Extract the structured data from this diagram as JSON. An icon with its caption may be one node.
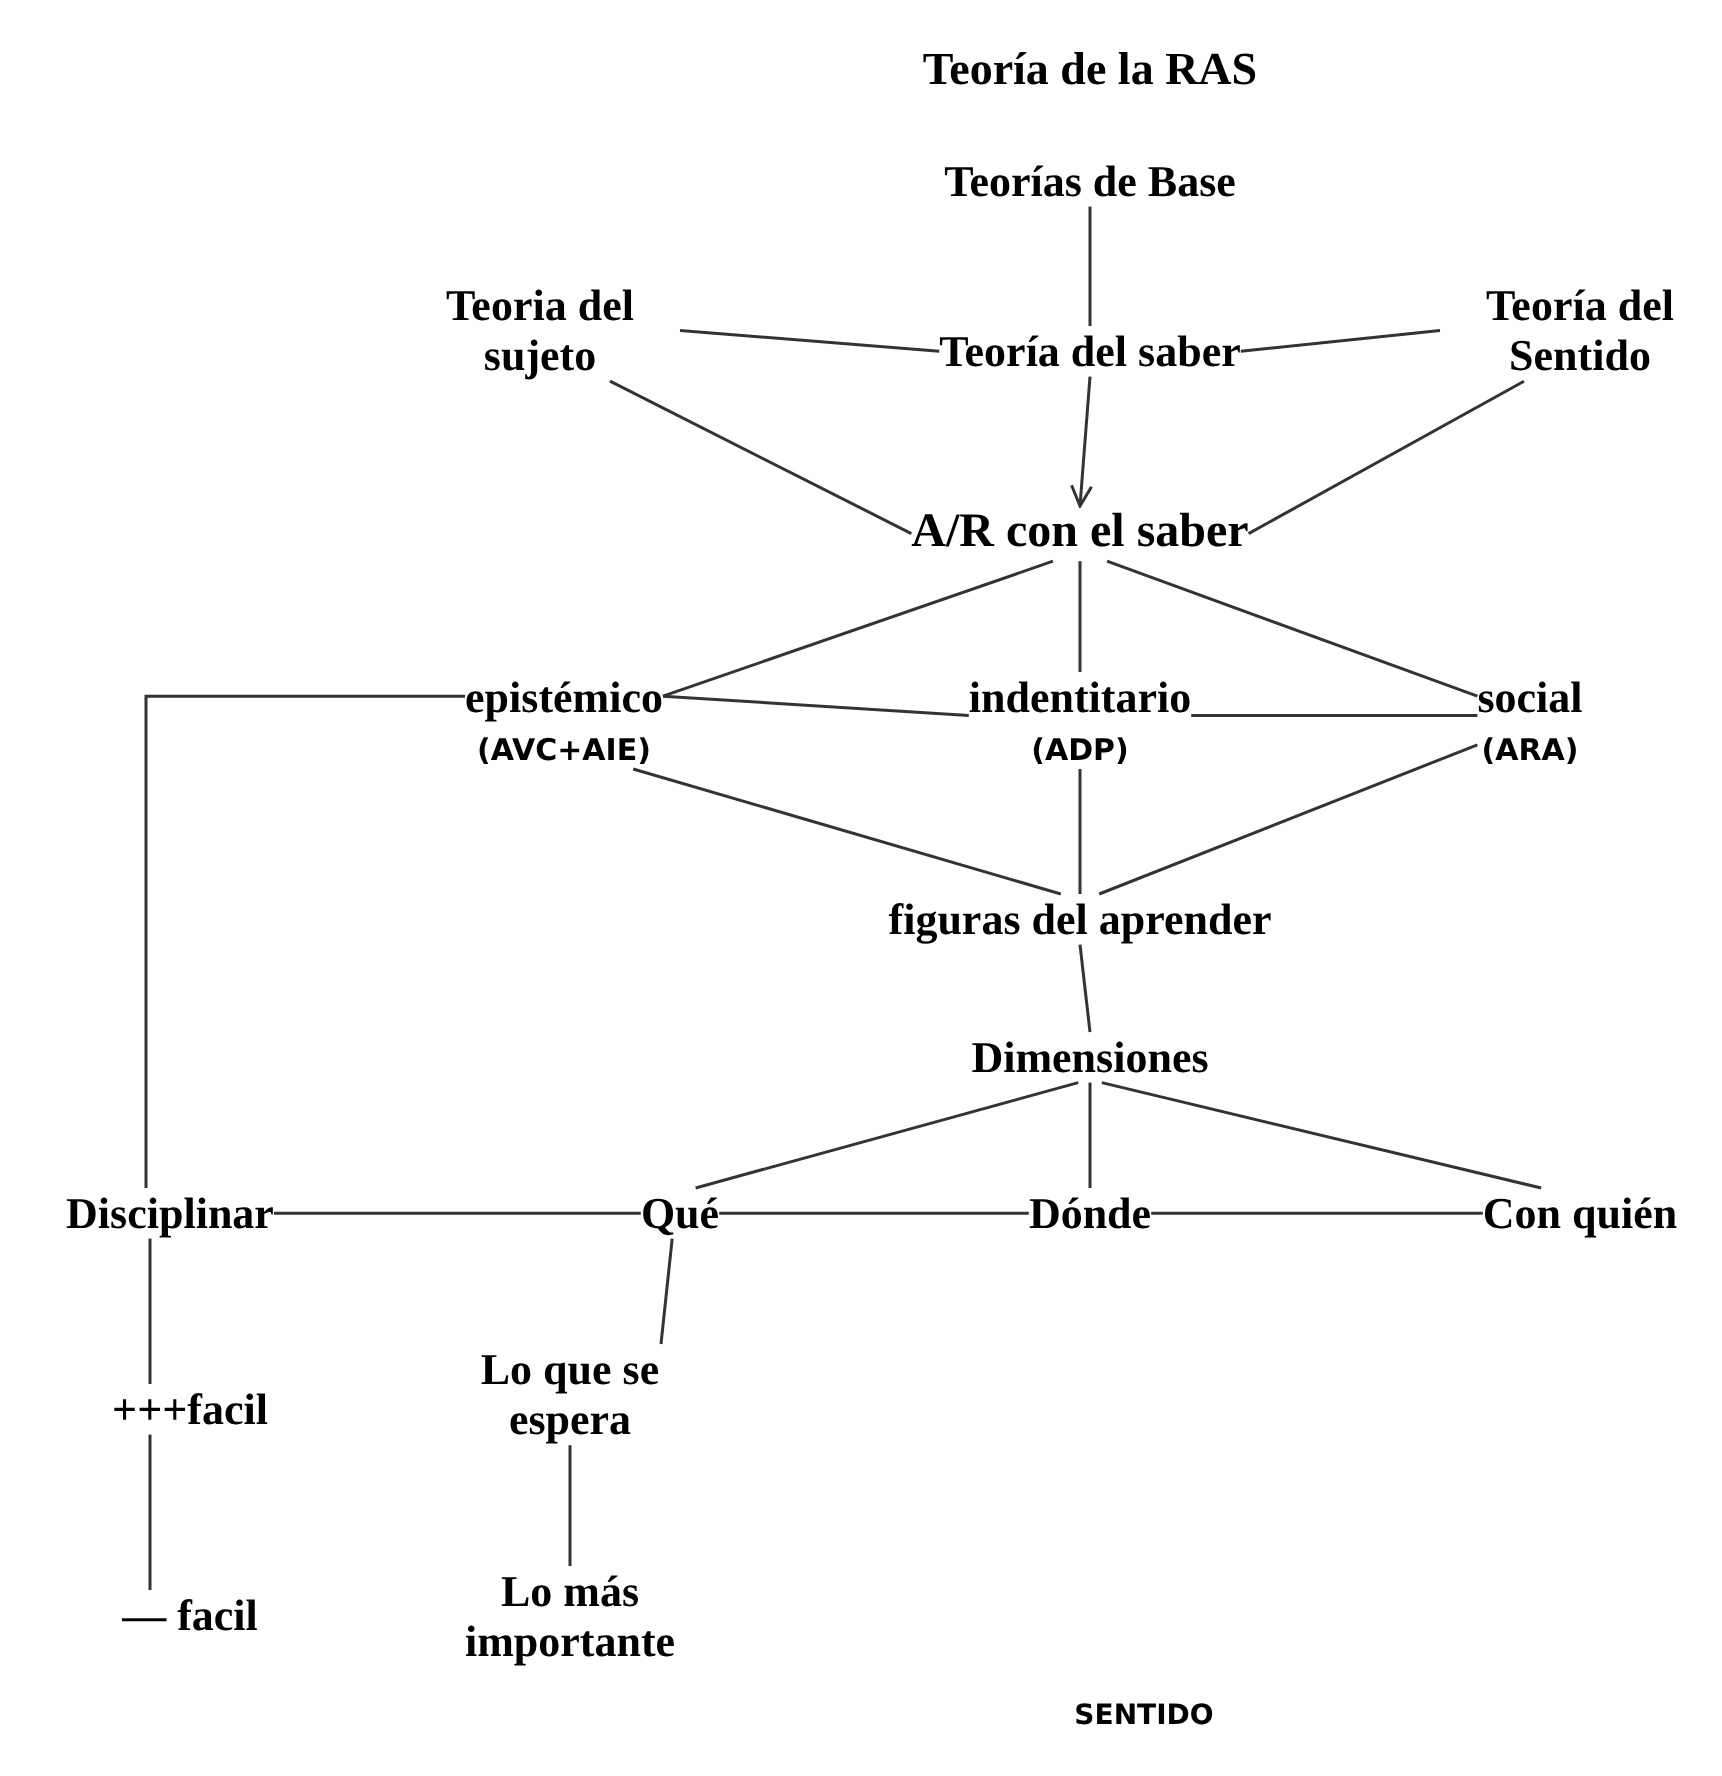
{
  "diagram": {
    "title": "Teoría de la RAS",
    "nodes": [
      {
        "text": [
          "Teorías de Base"
        ]
      },
      {
        "text": [
          "Teoria del sujeto"
        ]
      },
      {
        "text": [
          "Teoría del saber"
        ]
      },
      {
        "text": [
          "Teoría del Sentido"
        ]
      },
      {
        "text": [
          "A/R con el saber"
        ]
      },
      {
        "text": [
          "epistémico",
          "(AVC+AIE)"
        ]
      },
      {
        "text": [
          "indentitario",
          "(ADP)"
        ]
      },
      {
        "text": [
          "social",
          "(ARA)"
        ]
      },
      {
        "text": [
          "figuras del aprender"
        ]
      },
      {
        "text": [
          "Dimensiones"
        ]
      },
      {
        "text": [
          "Disciplinar"
        ]
      },
      {
        "text": [
          "Qué"
        ]
      },
      {
        "text": [
          "Dónde"
        ]
      },
      {
        "text": [
          "Con quién"
        ]
      },
      {
        "text": [
          "Lo que se espera"
        ]
      },
      {
        "text": [
          "+++facil"
        ]
      },
      {
        "text": [
          "Lo más importante"
        ]
      },
      {
        "text": [
          "— facil"
        ]
      }
    ],
    "edges": [
      {
        "from": 0,
        "to": 2,
        "arrow": "none"
      },
      {
        "from": 1,
        "to": 2,
        "arrow": "none"
      },
      {
        "from": 2,
        "to": 3,
        "arrow": "none"
      },
      {
        "from": 2,
        "to": 4,
        "arrow": "to"
      },
      {
        "from": 1,
        "to": 4,
        "arrow": "none"
      },
      {
        "from": 3,
        "to": 4,
        "arrow": "none"
      },
      {
        "from": 4,
        "to": 5,
        "arrow": "none"
      },
      {
        "from": 4,
        "to": 6,
        "arrow": "none"
      },
      {
        "from": 4,
        "to": 7,
        "arrow": "none"
      },
      {
        "from": 5,
        "to": 6,
        "arrow": "none"
      },
      {
        "from": 6,
        "to": 7,
        "arrow": "none"
      },
      {
        "from": 5,
        "to": 8,
        "arrow": "none"
      },
      {
        "from": 6,
        "to": 8,
        "arrow": "none"
      },
      {
        "from": 7,
        "to": 8,
        "arrow": "none"
      },
      {
        "from": 8,
        "to": 9,
        "arrow": "none"
      },
      {
        "from": 9,
        "to": 11,
        "arrow": "none"
      },
      {
        "from": 9,
        "to": 12,
        "arrow": "none"
      },
      {
        "from": 9,
        "to": 13,
        "arrow": "none"
      },
      {
        "from": 10,
        "to": 11,
        "arrow": "none"
      },
      {
        "from": 11,
        "to": 12,
        "arrow": "none"
      },
      {
        "from": 12,
        "to": 13,
        "arrow": "none"
      },
      {
        "from": 5,
        "to": 10,
        "arrow": "none"
      },
      {
        "from": 10,
        "to": 15,
        "arrow": "none"
      },
      {
        "from": 15,
        "to": 17,
        "arrow": "none"
      },
      {
        "from": 11,
        "to": 14,
        "arrow": "none"
      },
      {
        "from": 14,
        "to": 16,
        "arrow": "none"
      }
    ],
    "labels": [
      "SENTIDO"
    ]
  }
}
